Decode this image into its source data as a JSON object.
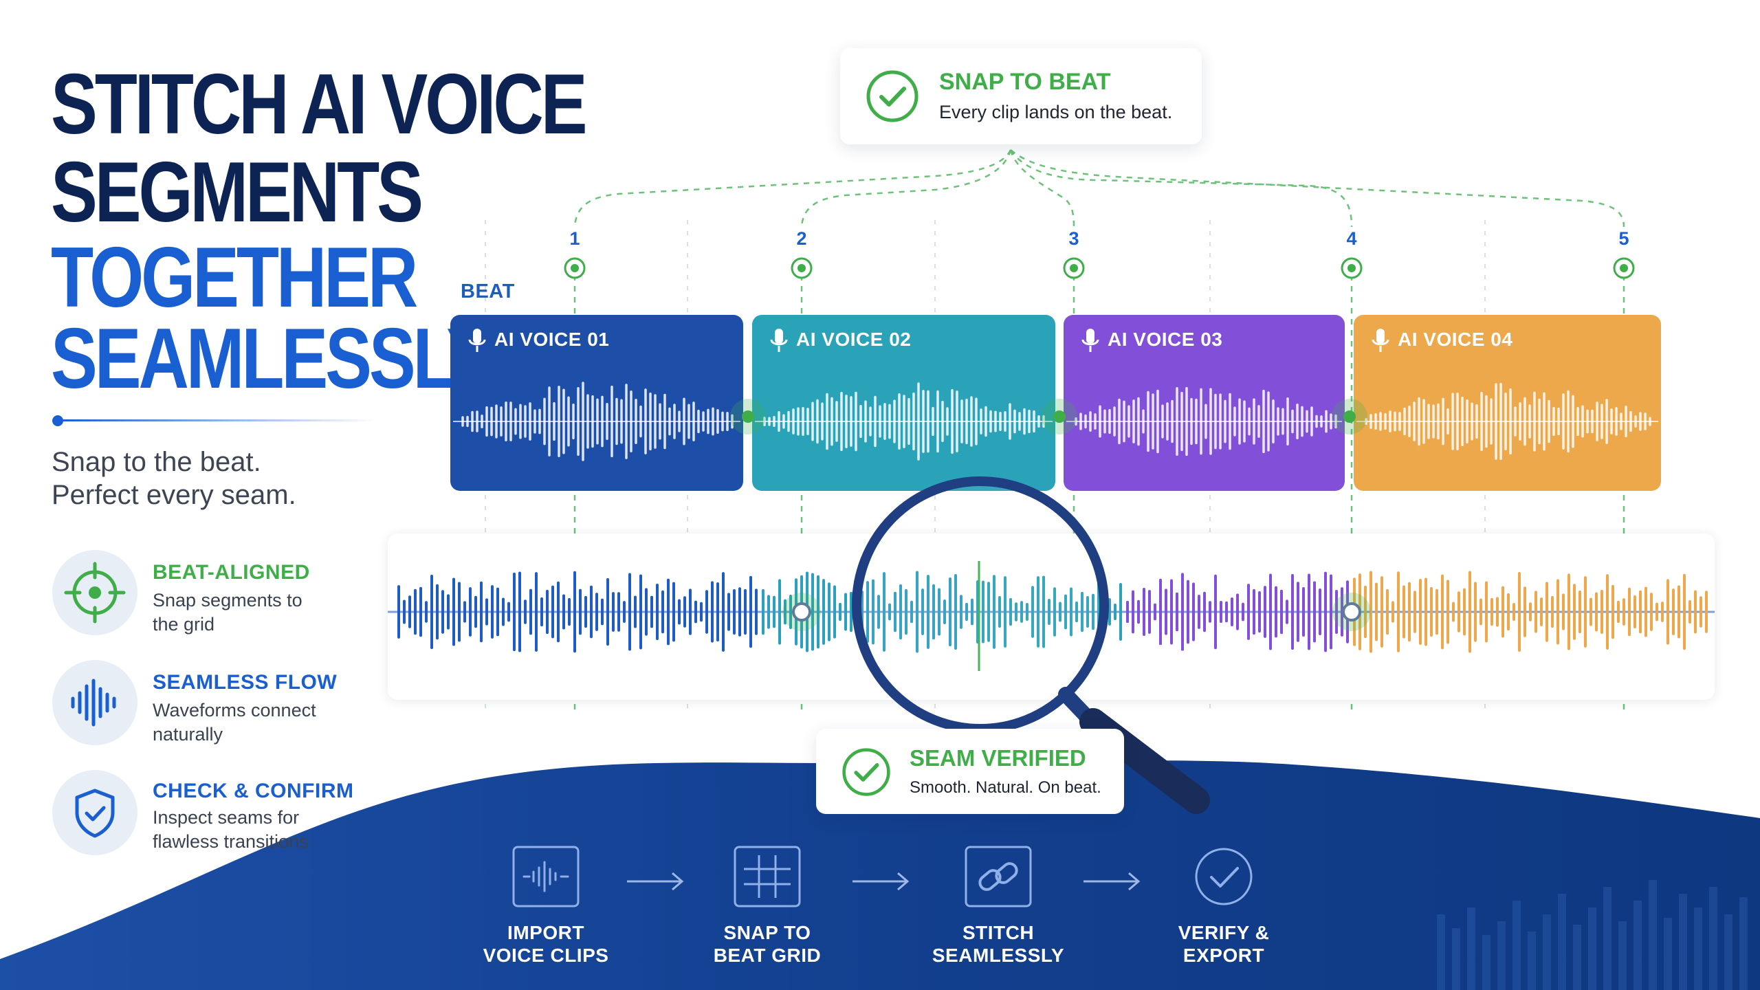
{
  "headline": {
    "line1": "STITCH AI VOICE",
    "line2": "SEGMENTS",
    "line3": "TOGETHER",
    "line4": "SEAMLESSLY"
  },
  "tagline": {
    "line1": "Snap to the beat.",
    "line2": "Perfect every seam."
  },
  "features": [
    {
      "title": "BEAT-ALIGNED",
      "desc": "Snap segments to the grid",
      "icon": "crosshair-icon",
      "color": "#3fae49"
    },
    {
      "title": "SEAMLESS FLOW",
      "desc": "Waveforms connect naturally",
      "icon": "waveform-icon",
      "color": "#1a5fd1"
    },
    {
      "title": "CHECK & CONFIRM",
      "desc": "Inspect seams for flawless transitions",
      "icon": "shield-check-icon",
      "color": "#1a5fd1"
    }
  ],
  "snap_card": {
    "title": "SNAP TO BEAT",
    "subtitle": "Every clip lands on the beat."
  },
  "beat_label": "BEAT",
  "beats": [
    "1",
    "2",
    "3",
    "4",
    "5"
  ],
  "clips": [
    {
      "label": "AI VOICE 01",
      "color": "#1d4fa8"
    },
    {
      "label": "AI VOICE 02",
      "color": "#2aa3b8"
    },
    {
      "label": "AI VOICE 03",
      "color": "#8250d8"
    },
    {
      "label": "AI VOICE 04",
      "color": "#eca84b"
    }
  ],
  "seam_card": {
    "title": "SEAM VERIFIED",
    "subtitle": "Smooth. Natural. On beat."
  },
  "steps": [
    {
      "line1": "IMPORT",
      "line2": "VOICE CLIPS",
      "icon": "waveform-icon"
    },
    {
      "line1": "SNAP TO",
      "line2": "BEAT GRID",
      "icon": "grid-icon"
    },
    {
      "line1": "STITCH",
      "line2": "SEAMLESSLY",
      "icon": "link-icon"
    },
    {
      "line1": "VERIFY &",
      "line2": "EXPORT",
      "icon": "check-circle-icon"
    }
  ],
  "colors": {
    "navy": "#0d2354",
    "brand_blue": "#1a5fd1",
    "green": "#3fae49",
    "wave_bg": "#0f3a86"
  }
}
